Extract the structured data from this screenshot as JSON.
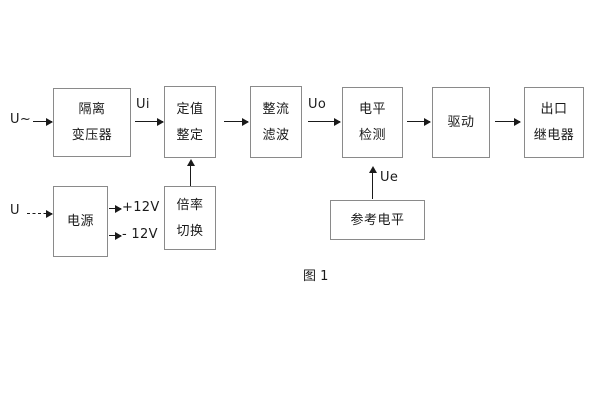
{
  "figure": {
    "caption": "图 1",
    "stroke_color": "#8a8a8a",
    "line_color": "#1a1a1a",
    "background": "#ffffff"
  },
  "inputs": {
    "ac_source": "U~",
    "dc_source": "U"
  },
  "signals": {
    "ui": "Ui",
    "uo": "Uo",
    "ue": "Ue",
    "pos12v": "+12V",
    "neg12v": "- 12V"
  },
  "blocks": {
    "isolation_transformer": {
      "line1": "隔离",
      "line2": "变压器"
    },
    "setting_value": {
      "line1": "定值",
      "line2": "整定"
    },
    "rectify_filter": {
      "line1": "整流",
      "line2": "滤波"
    },
    "level_detection": {
      "line1": "电平",
      "line2": "检测"
    },
    "drive": {
      "line1": "驱动"
    },
    "output_relay": {
      "line1": "出口",
      "line2": "继电器"
    },
    "power_supply": {
      "line1": "电源"
    },
    "multiplier_switch": {
      "line1": "倍率",
      "line2": "切换"
    },
    "reference_level": {
      "line1": "参考电平"
    }
  }
}
